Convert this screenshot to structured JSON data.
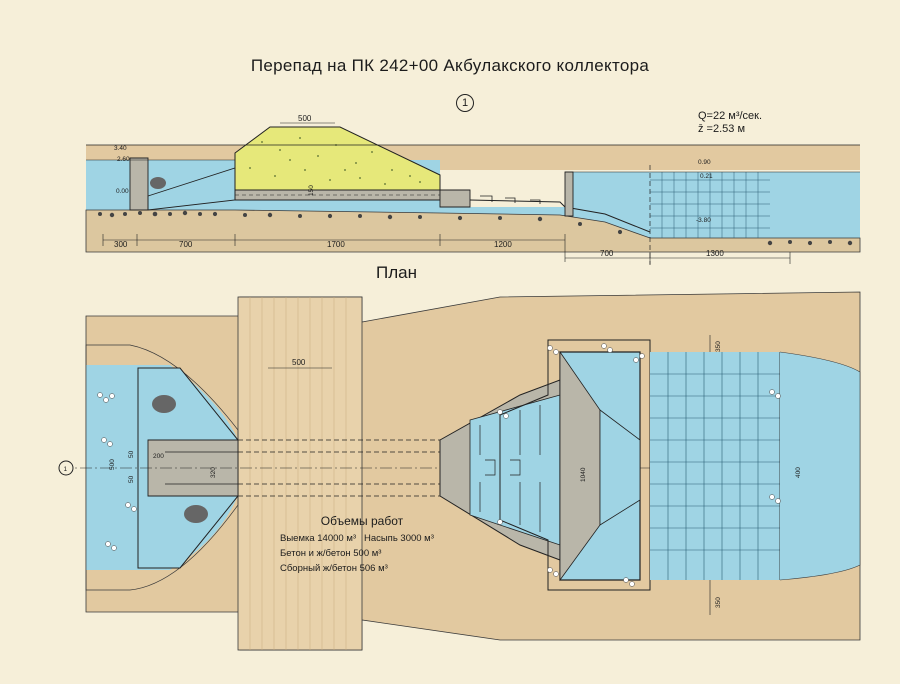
{
  "title": "Перепад на ПК 242+00  Акбулакского коллектора",
  "plan_title": "План",
  "section_marker": "1",
  "hydraulics": {
    "discharge": "Q=22 м³/сек.",
    "head": "z̄ =2.53 м"
  },
  "profile": {
    "levels": {
      "top_left": "3.40",
      "water_left": "2.60",
      "bed_left": "0.00",
      "right_top": "0.90",
      "right_water": "0.21",
      "right_bed": "-3.80"
    },
    "dims_bottom": [
      "300",
      "700",
      "1700",
      "1200"
    ],
    "dims_right": [
      "700",
      "1300"
    ],
    "embankment_top": "500",
    "embankment_height": "150"
  },
  "plan": {
    "road_width": "500",
    "left_widths": [
      "500",
      "50",
      "50",
      "200",
      "320"
    ],
    "right_width": "1040",
    "outlet_width": "400",
    "side_dim": "350",
    "axis_label": "1"
  },
  "volumes": {
    "heading": "Объемы работ",
    "excavation": "Выемка 14000 м³",
    "fill": "Насыпь 3000 м³",
    "concrete": "Бетон и ж/бетон 500 м³",
    "precast": "Сборный ж/бетон 506 м³"
  },
  "colors": {
    "paper": "#f6efd9",
    "earth": "#e2c9a0",
    "water": "#9fd4e4",
    "embankment_fill": "#e6e87a",
    "concrete": "#b9b6a9",
    "ink": "#1c1c1c"
  }
}
